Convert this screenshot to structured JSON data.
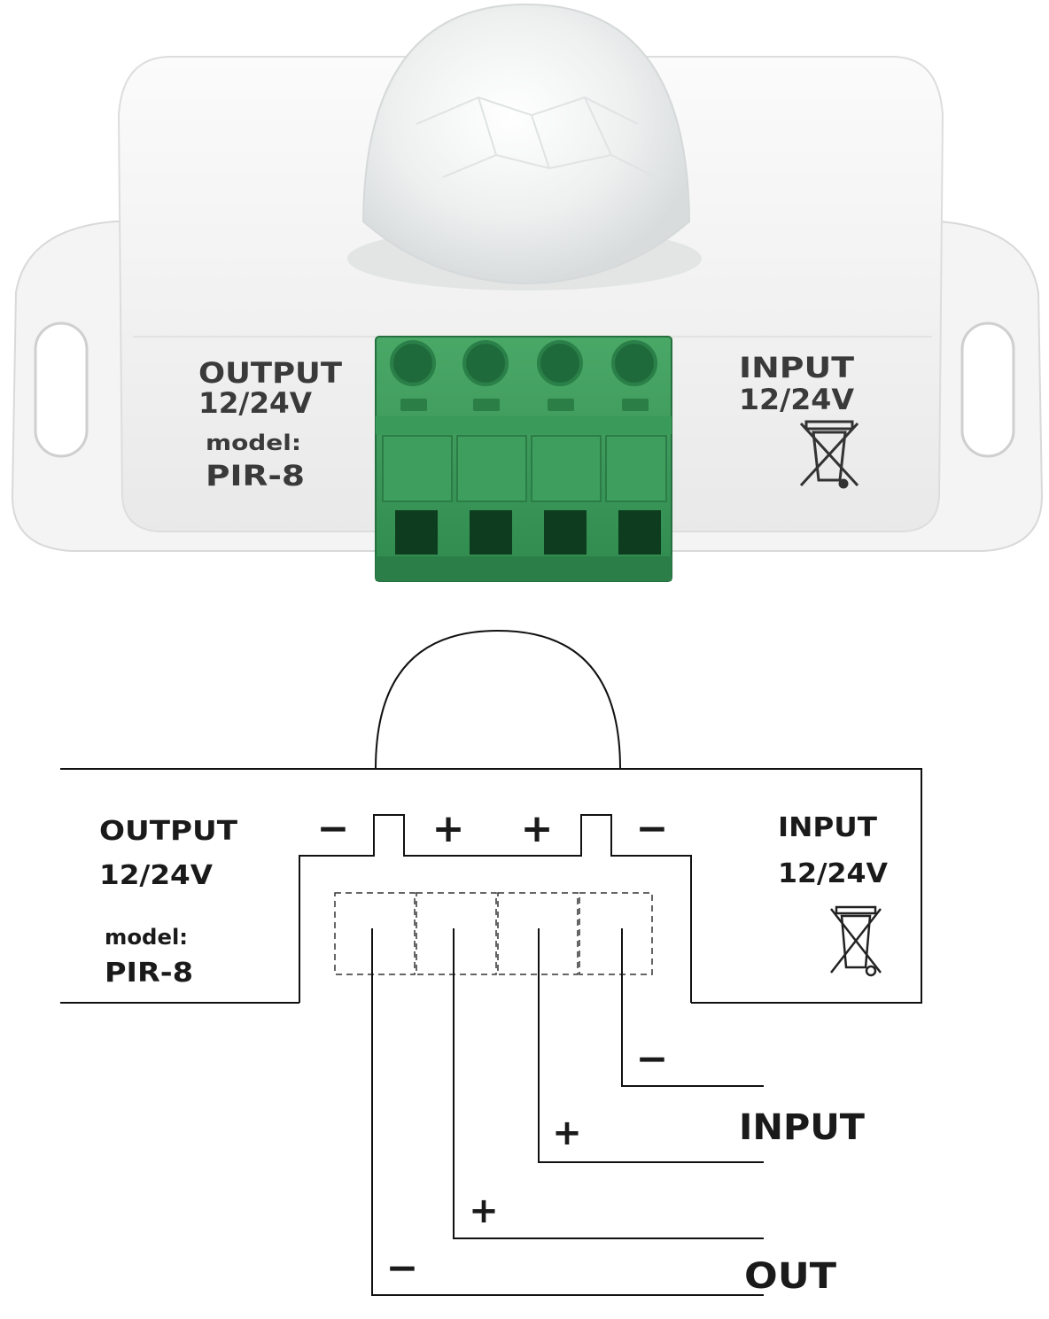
{
  "device": {
    "output_label": "OUTPUT",
    "output_voltage": "12/24V",
    "model_label": "model:",
    "model_value": "PIR-8",
    "input_label": "INPUT",
    "input_voltage": "12/24V",
    "terminal_count": 4,
    "body_color": "#f3f3f3",
    "terminal_color": "#3e9a5c",
    "icons": [
      "pir-dome-icon",
      "weee-bin-icon"
    ]
  },
  "diagram": {
    "output_label": "OUTPUT",
    "output_voltage": "12/24V",
    "model_label": "model:",
    "model_value": "PIR-8",
    "input_label": "INPUT",
    "input_voltage": "12/24V",
    "terminal_signs": [
      "−",
      "+",
      "+",
      "−"
    ],
    "wire_signs": [
      "−",
      "+",
      "+",
      "−"
    ],
    "input_wires_label": "INPUT",
    "output_wires_label": "OUT"
  }
}
